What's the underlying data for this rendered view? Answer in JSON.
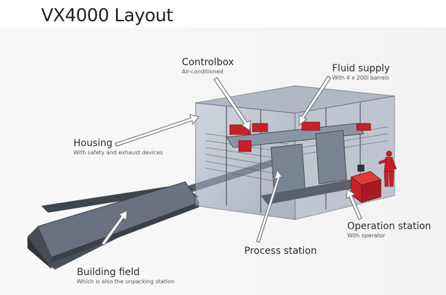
{
  "title": "VX4000 Layout",
  "labels": {
    "controlbox": {
      "name": "Controlbox",
      "sub": "Air-conditioned"
    },
    "fluid_supply": {
      "name": "Fluid supply",
      "sub": "With 4 x 200l barrels"
    },
    "housing": {
      "name": "Housing",
      "sub": "With safety and exhaust devices"
    },
    "operation_station": {
      "name": "Operation station",
      "sub": "With operator"
    },
    "process_station": {
      "name": "Process station"
    },
    "building_field": {
      "name": "Building field",
      "sub": "Which is also the unpacking station"
    }
  },
  "colors": {
    "housing_glass": "#8f9db0",
    "frame": "#6b7380",
    "accent_red": "#c8202a",
    "platform": "#6f7785",
    "arrow_stroke": "#777777"
  }
}
